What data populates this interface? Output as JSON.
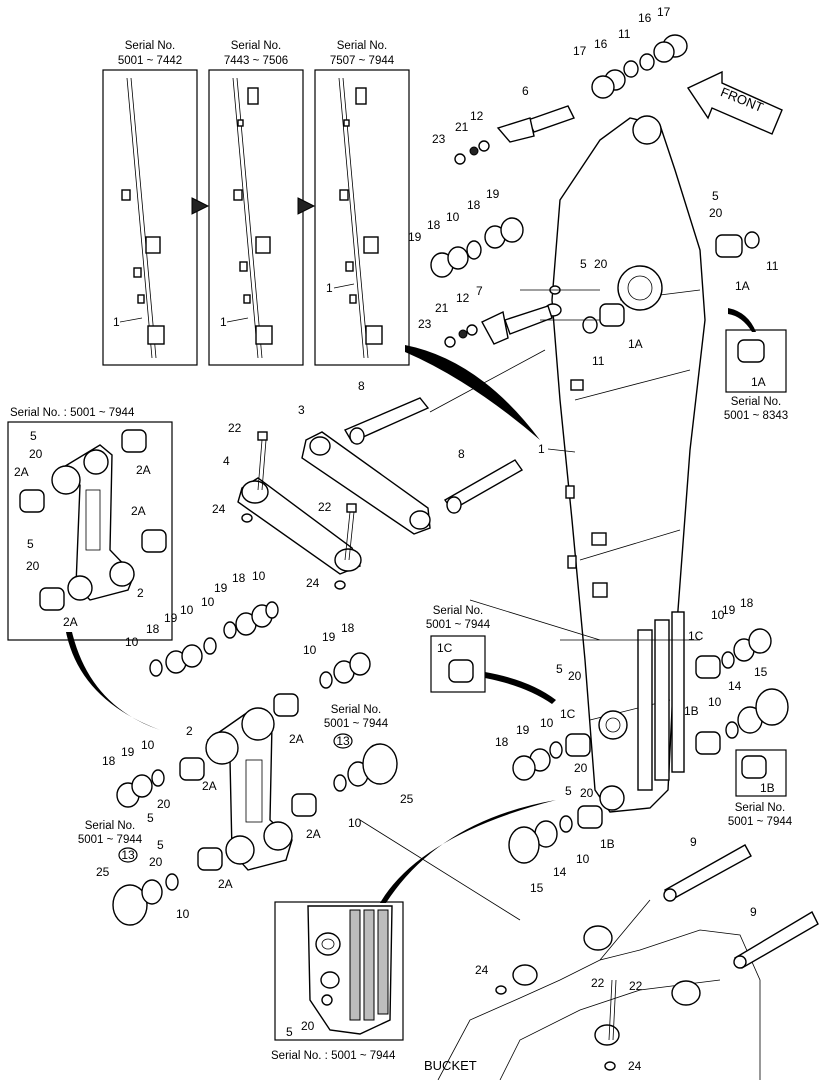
{
  "serials": {
    "range_a": "Serial No.",
    "range_a_val": "5001 ~ 7442",
    "range_b": "Serial No.",
    "range_b_val": "7443 ~ 7506",
    "range_c": "Serial No.",
    "range_c_val": "7507 ~ 7944",
    "link_box": "Serial No. : 5001 ~ 7944",
    "bushing_1a": "Serial No.",
    "bushing_1a_val": "5001 ~ 8343",
    "bushing_1c": "Serial No.",
    "bushing_1c_val": "5001 ~ 7944",
    "bushing_1b": "Serial No.",
    "bushing_1b_val": "5001 ~ 7944",
    "ring13_right": "Serial No.",
    "ring13_right_val": "5001 ~ 7944",
    "ring13_left": "Serial No.",
    "ring13_left_val": "5001 ~ 7944",
    "tip_box": "Serial No. : 5001 ~ 7944"
  },
  "labels": {
    "front": "FRONT",
    "bucket": "BUCKET"
  },
  "callouts": {
    "n1": "1",
    "n1A": "1A",
    "n1B": "1B",
    "n1C": "1C",
    "n2": "2",
    "n2A": "2A",
    "n3": "3",
    "n4": "4",
    "n5": "5",
    "n6": "6",
    "n7": "7",
    "n8": "8",
    "n9": "9",
    "n10": "10",
    "n11": "11",
    "n12": "12",
    "n13": "13",
    "n14": "14",
    "n15": "15",
    "n16": "16",
    "n17": "17",
    "n18": "18",
    "n19": "19",
    "n20": "20",
    "n21": "21",
    "n22": "22",
    "n23": "23",
    "n24": "24",
    "n25": "25"
  },
  "icons": {
    "arrow": "front-direction-arrow-icon",
    "sequence": "triangle-next-icon"
  }
}
